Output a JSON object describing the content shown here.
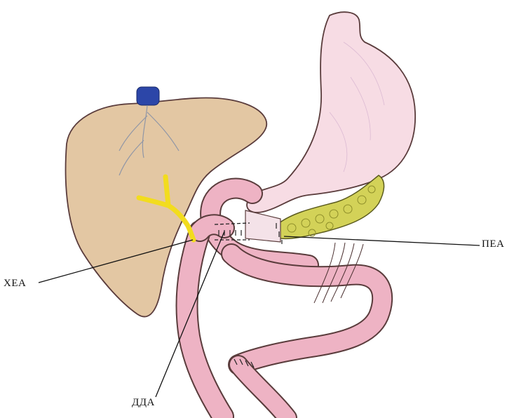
{
  "labels": {
    "hea": "ХЕА",
    "dda": "ДДА",
    "pea": "ПЕА"
  },
  "colors": {
    "liver": "#E3C7A3",
    "bile_duct": "#F2DC1E",
    "vena_cava": "#2C46A8",
    "stomach": "#F7DCE4",
    "intestine": "#EEB3C4",
    "pancreas": "#D3D258",
    "outline": "#5a3c3c",
    "leader_line": "#111111"
  }
}
